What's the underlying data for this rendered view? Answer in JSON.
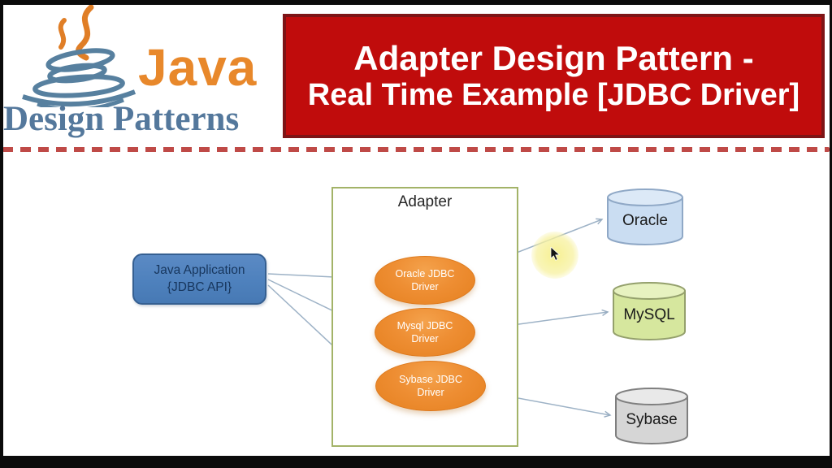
{
  "header": {
    "logo": {
      "title": "Java",
      "subtitle": "Design Patterns"
    },
    "banner": {
      "line1": "Adapter Design Pattern -",
      "line2": "Real Time Example [JDBC Driver]"
    }
  },
  "diagram": {
    "client": {
      "line1": "Java Application",
      "line2": "{JDBC API}"
    },
    "adapter": {
      "label": "Adapter",
      "drivers": [
        {
          "line1": "Oracle JDBC",
          "line2": "Driver"
        },
        {
          "line1": "Mysql JDBC",
          "line2": "Driver"
        },
        {
          "line1": "Sybase JDBC",
          "line2": "Driver"
        }
      ]
    },
    "databases": [
      {
        "label": "Oracle"
      },
      {
        "label": "MySQL"
      },
      {
        "label": "Sybase"
      }
    ]
  },
  "colors": {
    "banner_fill": "#c00c0c",
    "banner_border": "#7e1416",
    "dashed_divider": "#bf4a47",
    "logo_orange": "#e8882b",
    "logo_blue": "#54789c",
    "client_fill": "#4e81bd",
    "client_border": "#355f91",
    "driver_fill": "#ee8e33",
    "adapter_border": "#a3b368",
    "oracle_db_fill": "#caddf2",
    "mysql_db_fill": "#d6e79e",
    "sybase_db_fill": "#d6d6d6",
    "connector": "#9db2c6",
    "cursor_highlight": "#f6ee8c"
  }
}
